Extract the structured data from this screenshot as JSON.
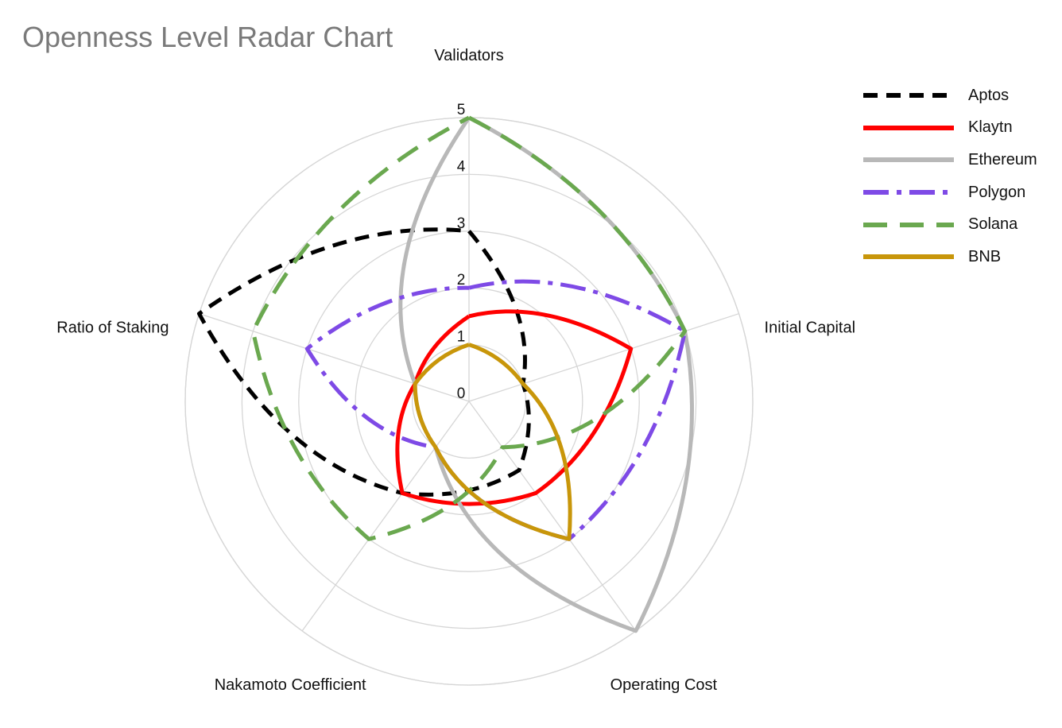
{
  "chart_data": {
    "type": "radar",
    "title": "Openness Level Radar Chart",
    "axes": [
      "Validators",
      "Initial Capital",
      "Operating Cost",
      "Nakamoto Coefficient",
      "Ratio of Staking"
    ],
    "range": [
      0,
      5
    ],
    "ticks": [
      "0",
      "1",
      "2",
      "3",
      "4",
      "5"
    ],
    "grid": true,
    "legend_position": "top-right",
    "series": [
      {
        "name": "Aptos",
        "values": [
          3,
          1,
          1.5,
          2,
          5
        ],
        "color": "#000000",
        "style": "dashed"
      },
      {
        "name": "Klaytn",
        "values": [
          1.5,
          3,
          2,
          2,
          1
        ],
        "color": "#ff0000",
        "style": "solid"
      },
      {
        "name": "Ethereum",
        "values": [
          5,
          4,
          5,
          1,
          1
        ],
        "color": "#b8b8b8",
        "style": "solid"
      },
      {
        "name": "Polygon",
        "values": [
          2,
          4,
          3,
          1,
          3
        ],
        "color": "#7e4ae6",
        "style": "dashdot"
      },
      {
        "name": "Solana",
        "values": [
          5,
          4,
          1,
          3,
          4
        ],
        "color": "#6aa84f",
        "style": "longdash"
      },
      {
        "name": "BNB",
        "values": [
          1,
          1,
          3,
          1,
          1
        ],
        "color": "#c8960a",
        "style": "solid"
      }
    ]
  }
}
